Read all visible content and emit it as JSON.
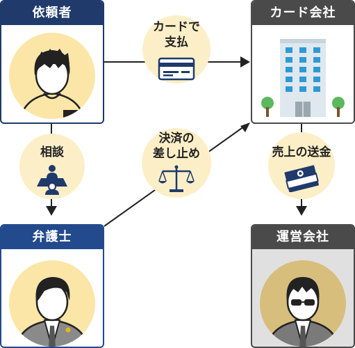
{
  "nodes": {
    "requester": {
      "title": "依頼者"
    },
    "card_company": {
      "title": "カード会社"
    },
    "lawyer": {
      "title": "弁護士"
    },
    "operator": {
      "title": "運営会社"
    }
  },
  "edges": {
    "payment": {
      "line1": "カードで",
      "line2": "支払"
    },
    "consultation": {
      "label": "相談"
    },
    "stop_settlement": {
      "line1": "決済の",
      "line2": "差し止め"
    },
    "sales_transfer": {
      "label": "売上の送金"
    }
  },
  "colors": {
    "navy": "#1f3a6b",
    "blue": "#234a8c",
    "gray": "#4a4a4a",
    "bubble": "#fcefc8",
    "avatar": "#fbe6a8"
  }
}
